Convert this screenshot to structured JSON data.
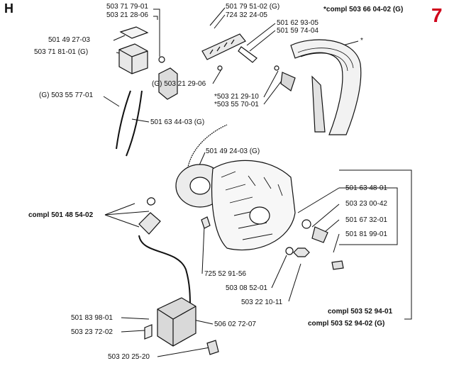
{
  "section_letter": "H",
  "page_number": "7",
  "accent_color": "#d0021b",
  "labels": {
    "p503_71_79_01": "503 71 79-01",
    "p503_21_28_06": "503 21 28-06",
    "p501_49_27_03": "501 49 27-03",
    "p503_71_81_01": "503 71 81-01 (G)",
    "p503_55_77_01": "(G) 503 55 77-01",
    "p501_63_44_03": "501 63 44-03 (G)",
    "p501_79_51_02": "501 79 51-02 (G)",
    "p724_32_24_05": "724 32 24-05",
    "p501_62_93_05": "501 62 93-05",
    "p501_59_74_04": "501 59 74-04",
    "p503_21_29_06": "(G) 503 21 29-06",
    "p503_21_29_10": "*503 21 29-10",
    "p503_55_70_01": "*503 55 70-01",
    "compl_503_66_04_02": "*compl 503 66 04-02 (G)",
    "star": "*",
    "p501_49_24_03": "501 49 24-03 (G)",
    "compl_501_48_54_02": "compl 501 48 54-02",
    "p501_63_48_01": "501 63 48-01",
    "p503_23_00_42": "503 23 00-42",
    "p501_67_32_01": "501 67 32-01",
    "p501_81_99_01": "501 81 99-01",
    "p725_52_91_56": "725 52 91-56",
    "p503_08_52_01": "503 08 52-01",
    "p503_22_10_11": "503 22 10-11",
    "compl_503_52_94_01": "compl 503 52 94-01",
    "compl_503_52_94_02": "compl 503 52 94-02 (G)",
    "p501_83_98_01": "501 83 98-01",
    "p503_23_72_02": "503 23 72-02",
    "p506_02_72_07": "506 02 72-07",
    "p503_20_25_20": "503 20 25-20"
  }
}
